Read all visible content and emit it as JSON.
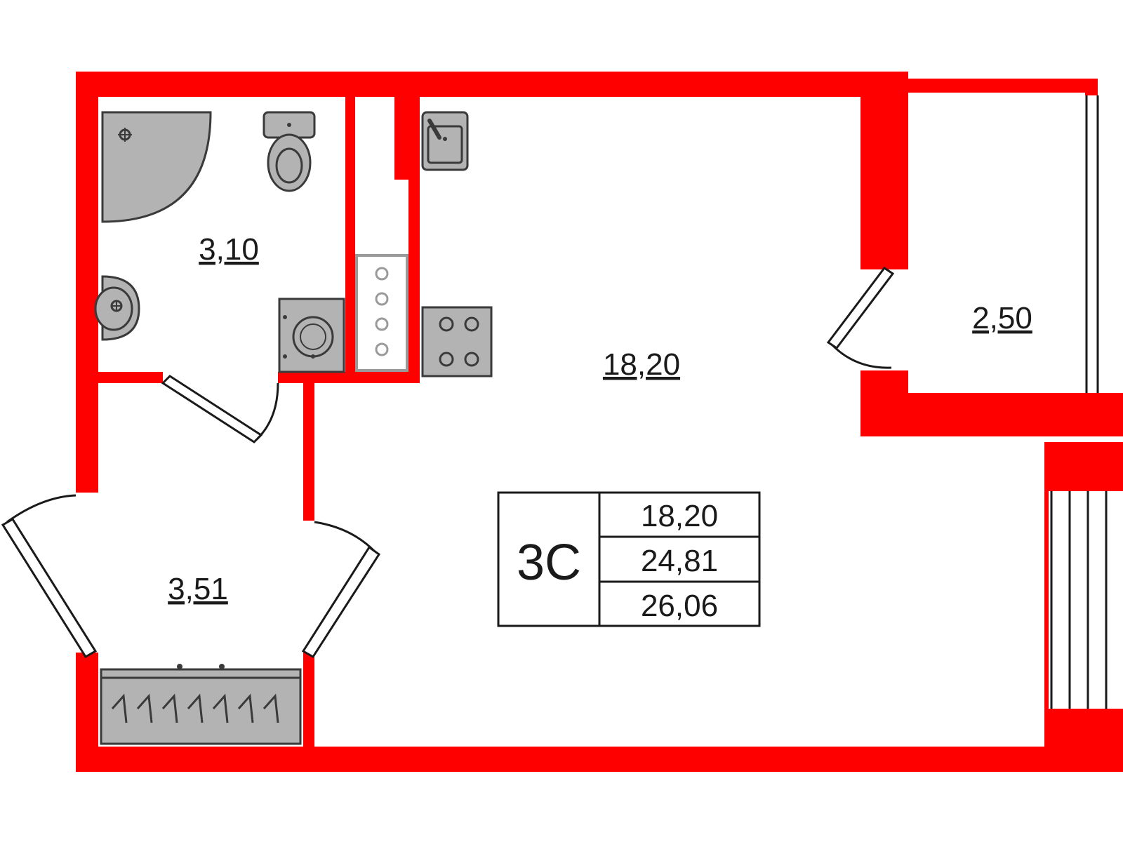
{
  "colors": {
    "wall": "#ff0000",
    "fixture": "#b3b3b3",
    "line": "#1a1a1a"
  },
  "rooms": {
    "bathroom": "3,10",
    "main_room": "18,20",
    "balcony": "2,50",
    "hall": "3,51"
  },
  "summary": {
    "code": "3С",
    "living_area": "18,20",
    "total_area": "24,81",
    "total_area_with_balcony": "26,06"
  },
  "icons": [
    "shower-icon",
    "toilet-icon",
    "washbasin-icon",
    "washing-machine-icon",
    "kitchen-sink-icon",
    "stove-icon",
    "wardrobe-icon"
  ]
}
